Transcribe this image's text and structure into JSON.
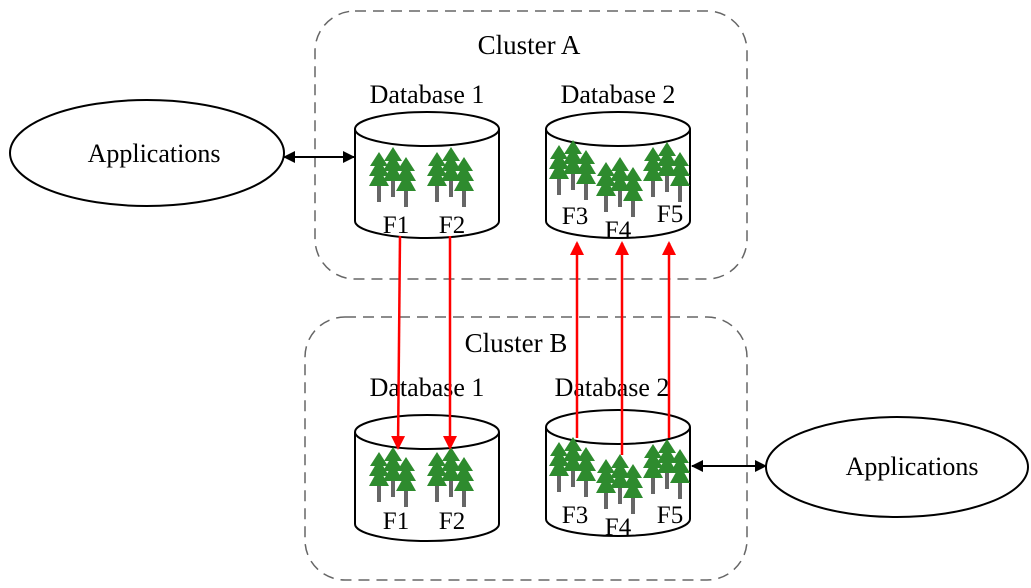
{
  "clusters": {
    "a": {
      "title": "Cluster A"
    },
    "b": {
      "title": "Cluster B"
    }
  },
  "databases": {
    "a1": {
      "label": "Database 1",
      "forests": [
        "F1",
        "F2"
      ]
    },
    "a2": {
      "label": "Database 2",
      "forests": [
        "F3",
        "F4",
        "F5"
      ]
    },
    "b1": {
      "label": "Database 1",
      "forests": [
        "F1",
        "F2"
      ]
    },
    "b2": {
      "label": "Database 2",
      "forests": [
        "F3",
        "F4",
        "F5"
      ]
    }
  },
  "applications": {
    "top": {
      "label": "Applications"
    },
    "bottom": {
      "label": "Applications"
    }
  },
  "colors": {
    "replication_arrow": "#ff0000",
    "tree_green": "#2e8b2e",
    "tree_trunk": "#666666",
    "outline": "#000000",
    "cluster_border": "#666666"
  },
  "icons": {
    "forest": "tree-cluster-icon",
    "connector": "double-arrow-icon"
  }
}
